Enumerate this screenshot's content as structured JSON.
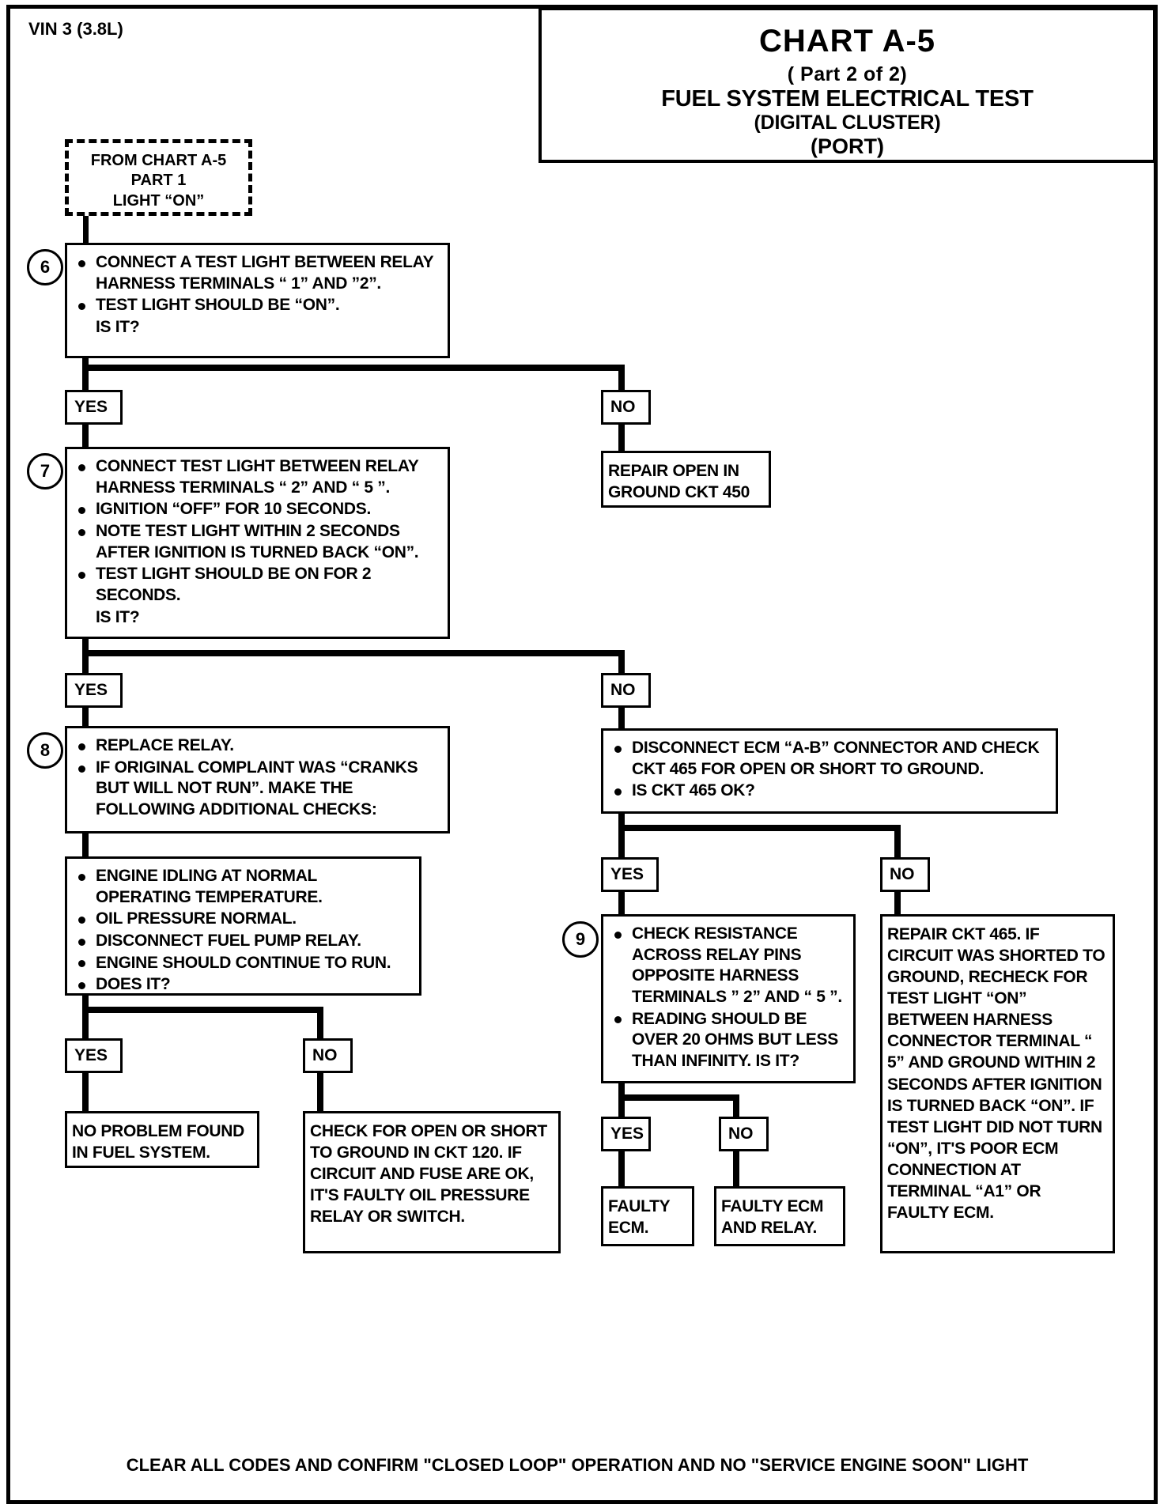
{
  "page": {
    "vin_label": "VIN 3 (3.8L)",
    "footer": "CLEAR ALL CODES AND CONFIRM \"CLOSED LOOP\" OPERATION AND NO \"SERVICE ENGINE SOON\" LIGHT"
  },
  "title_block": {
    "chart": "CHART A-5",
    "part": "( Part  2 of 2)",
    "line1": "FUEL SYSTEM ELECTRICAL TEST",
    "line2": "(DIGITAL CLUSTER)",
    "line3": "(PORT)"
  },
  "entry": {
    "line1": "FROM CHART A-5",
    "line2": "PART 1",
    "line3": "LIGHT “ON”"
  },
  "steps": {
    "s6": {
      "number": "6",
      "bullets": [
        "CONNECT A TEST LIGHT BETWEEN RELAY HARNESS TERMINALS “ 1” AND ”2”.",
        "TEST LIGHT SHOULD BE “ON”."
      ],
      "tail": "IS IT?"
    },
    "s7": {
      "number": "7",
      "bullets": [
        "CONNECT TEST LIGHT BETWEEN RELAY HARNESS TERMINALS “ 2” AND “ 5 ”.",
        "IGNITION “OFF” FOR 10 SECONDS.",
        "NOTE TEST LIGHT WITHIN 2 SECONDS AFTER IGNITION IS TURNED BACK “ON”.",
        "TEST LIGHT SHOULD BE ON FOR 2 SECONDS."
      ],
      "tail": "IS IT?"
    },
    "s8": {
      "number": "8",
      "bullets": [
        "REPLACE RELAY.",
        "IF ORIGINAL COMPLAINT WAS “CRANKS BUT WILL NOT RUN”.  MAKE THE FOLLOWING ADDITIONAL CHECKS:"
      ]
    },
    "s8b": {
      "bullets": [
        "ENGINE IDLING AT NORMAL OPERATING TEMPERATURE.",
        "OIL PRESSURE NORMAL.",
        "DISCONNECT FUEL PUMP RELAY.",
        "ENGINE SHOULD CONTINUE TO RUN.",
        "DOES IT?"
      ]
    },
    "s9": {
      "number": "9",
      "bullets": [
        "CHECK RESISTANCE ACROSS RELAY PINS OPPOSITE HARNESS TERMINALS ” 2” AND “ 5 ”.",
        "READING SHOULD BE OVER 20 OHMS BUT LESS THAN INFINITY.  IS IT?"
      ]
    },
    "ecm_check": {
      "bullets": [
        "DISCONNECT ECM “A-B” CONNECTOR AND CHECK CKT 465 FOR OPEN OR SHORT TO GROUND.",
        "IS CKT 465 OK?"
      ]
    }
  },
  "decisions": {
    "yes": "YES",
    "no": "NO"
  },
  "results": {
    "repair_ground": "REPAIR OPEN IN GROUND CKT 450",
    "no_problem": "NO PROBLEM FOUND IN FUEL SYSTEM.",
    "check_open_short": "CHECK FOR OPEN OR SHORT TO GROUND IN CKT 120.  IF CIRCUIT AND FUSE ARE OK, IT'S FAULTY OIL PRESSURE RELAY OR  SWITCH.",
    "faulty_ecm": "FAULTY ECM.",
    "faulty_ecm_relay": "FAULTY ECM AND RELAY.",
    "repair_465": "REPAIR CKT 465.  IF CIRCUIT WAS SHORTED TO GROUND, RECHECK FOR TEST LIGHT “ON” BETWEEN HARNESS CONNECTOR TERMINAL “ 5” AND GROUND WITHIN 2 SECONDS AFTER IGNITION IS TURNED BACK “ON”.  IF TEST LIGHT DID NOT TURN “ON”, IT'S POOR ECM CONNECTION AT TERMINAL “A1” OR FAULTY ECM."
  }
}
